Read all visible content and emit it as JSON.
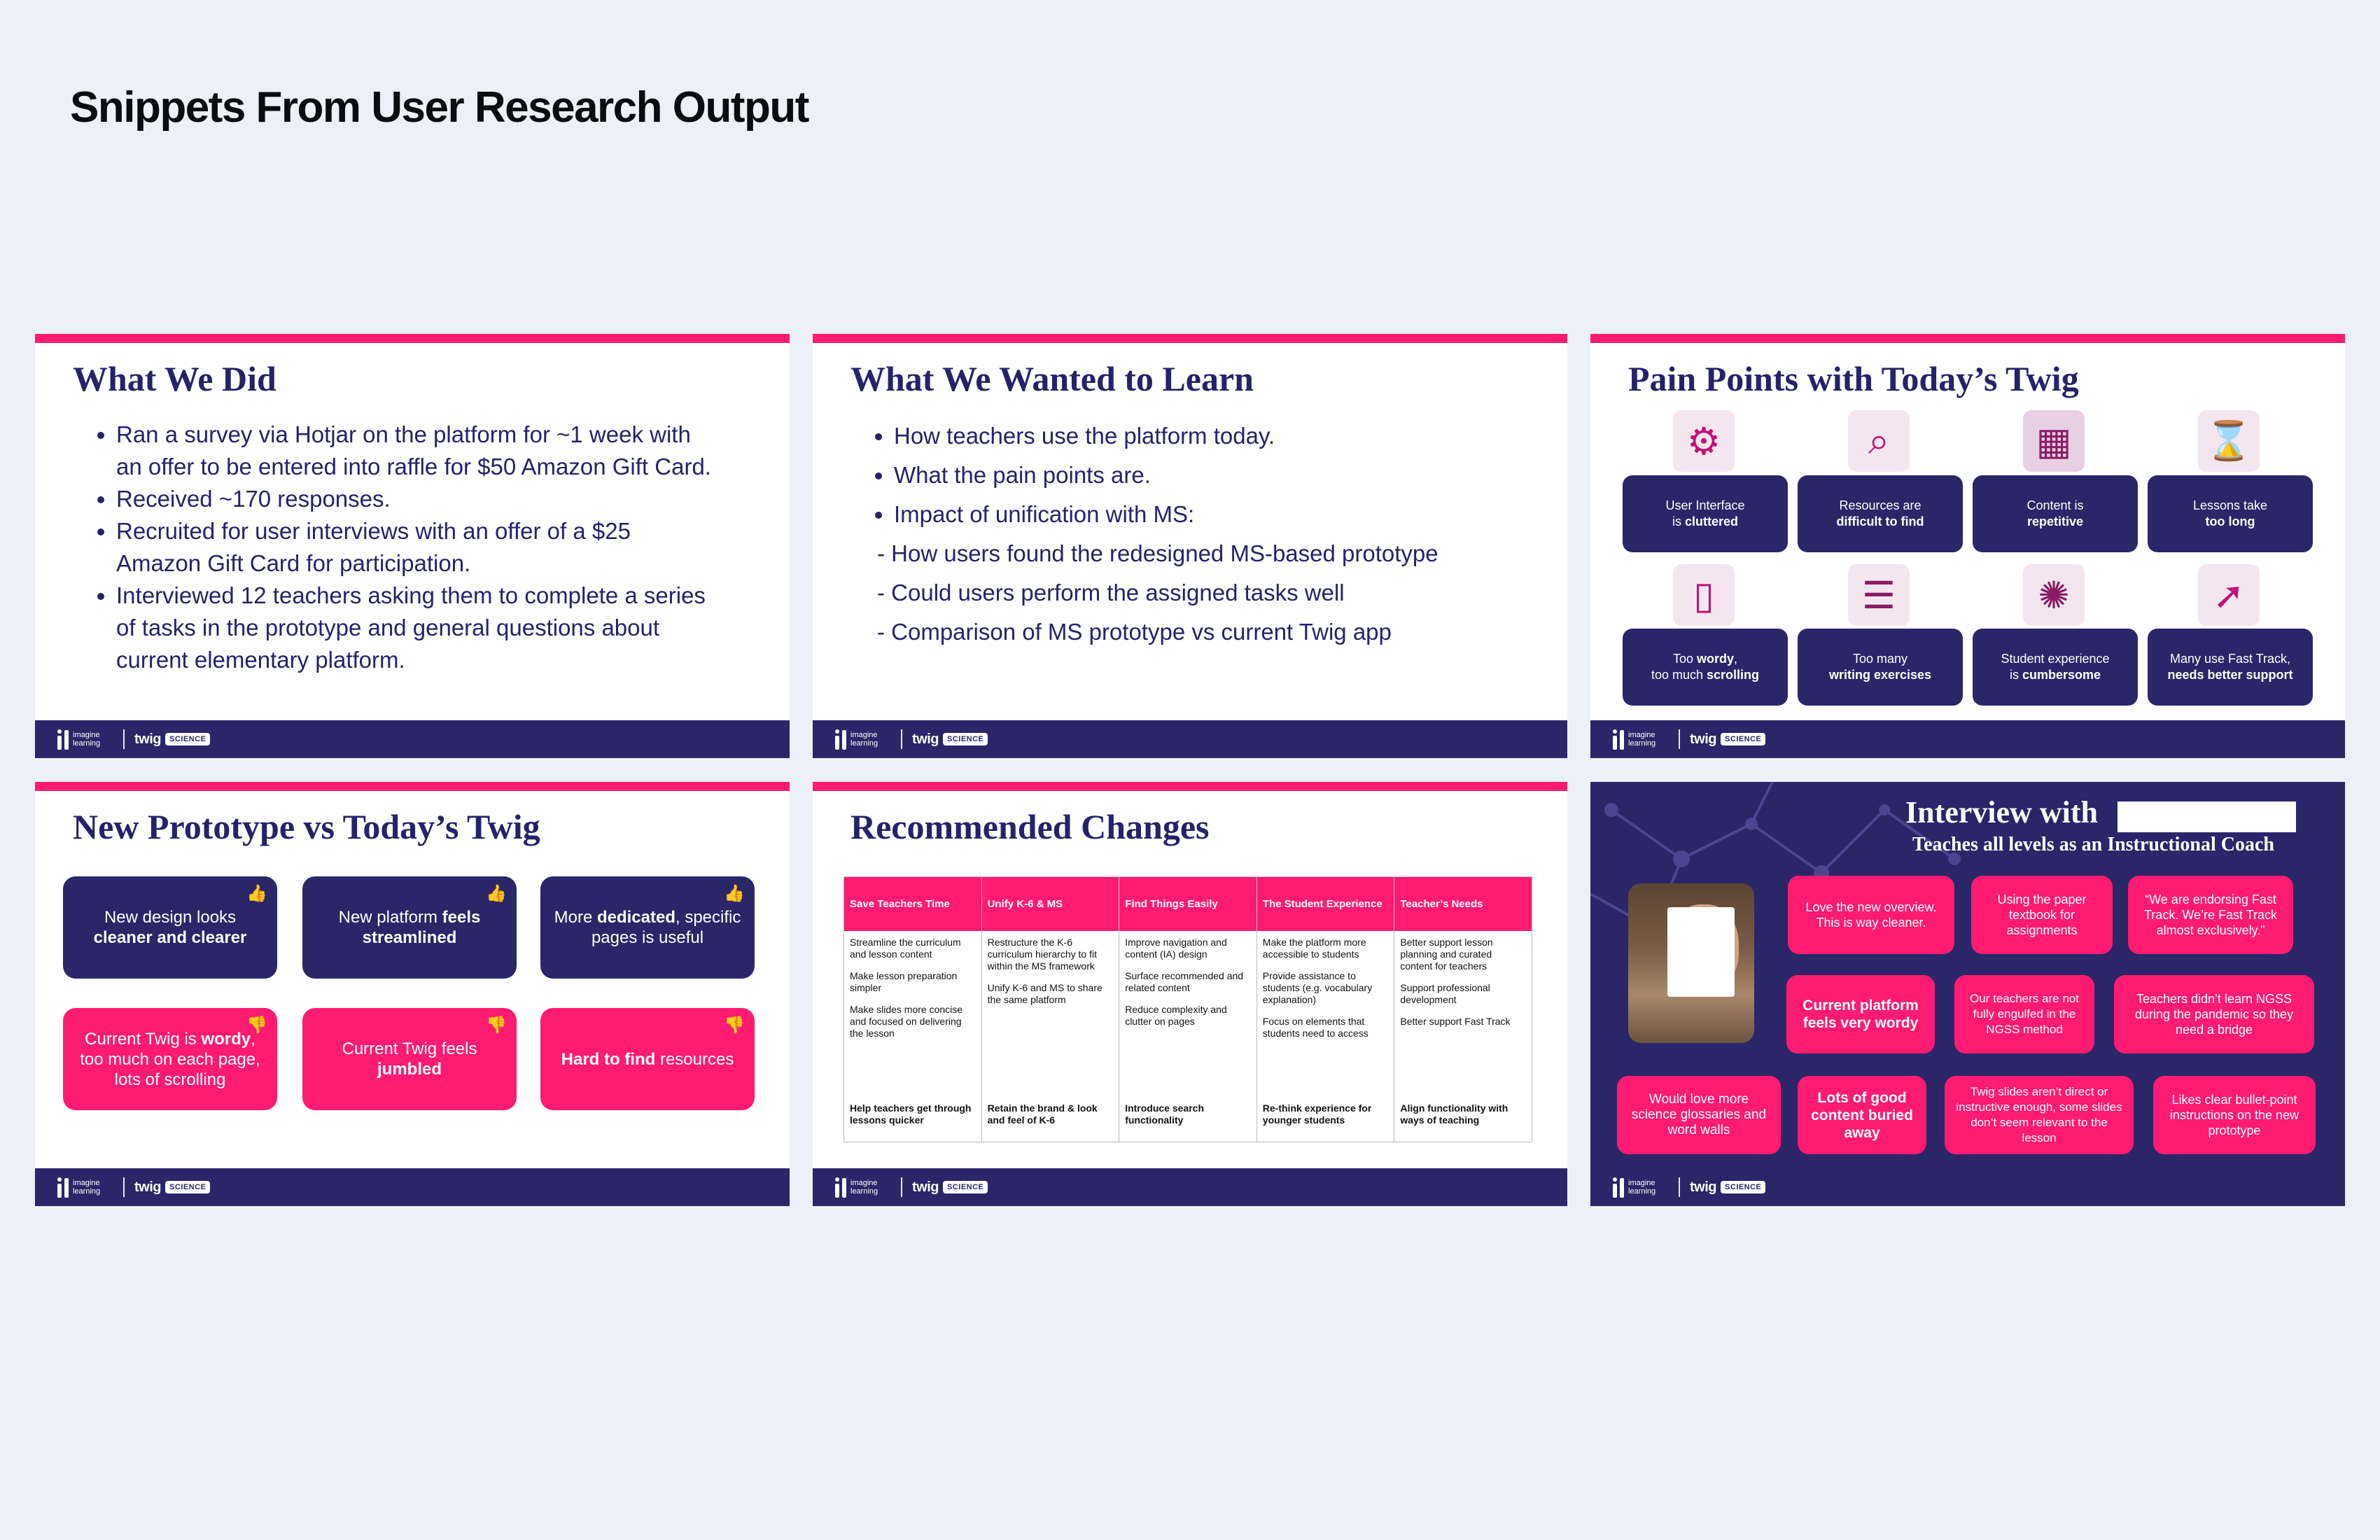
{
  "page_title": "Snippets From User Research Output",
  "footer": {
    "brand_line1": "imagine",
    "brand_line2": "learning",
    "product": "twig",
    "product_tag": "SCIENCE"
  },
  "slide1": {
    "title": "What We Did",
    "bullets": [
      "Ran a survey via Hotjar on the platform for ~1 week with an offer to be entered into raffle for $50 Amazon Gift Card.",
      "Received ~170 responses.",
      "Recruited for user interviews with an offer of a $25 Amazon Gift Card for participation.",
      "Interviewed 12 teachers asking them to complete a series of tasks in the prototype and general questions about current elementary platform."
    ]
  },
  "slide2": {
    "title": "What We Wanted to Learn",
    "bullets": [
      "How teachers use the platform today.",
      "What the pain points are.",
      "Impact of unification with MS:"
    ],
    "subs": [
      "- How users found the redesigned MS-based prototype",
      "- Could users perform the assigned tasks well",
      "- Comparison of MS prototype vs current Twig app"
    ]
  },
  "slide3": {
    "title": "Pain Points with Today’s Twig",
    "cards": [
      {
        "icon": "gear-cluster-icon",
        "glyph": "⚙",
        "l1": "User Interface",
        "l2a": "is ",
        "l2b": "cluttered",
        "bold_first": false
      },
      {
        "icon": "magnifier-icon",
        "glyph": "🔍",
        "l1": "Resources are",
        "l2a": "",
        "l2b": "difficult to find",
        "bold_first": false
      },
      {
        "icon": "repeat-pattern-icon",
        "glyph": "▦",
        "l1": "Content is",
        "l2a": "",
        "l2b": "repetitive",
        "bold_first": false
      },
      {
        "icon": "hourglass-icon",
        "glyph": "⌛",
        "l1": "Lessons take",
        "l2a": "",
        "l2b": "too long",
        "bold_first": false
      },
      {
        "icon": "scroll-icon",
        "glyph": "📜",
        "l1a": "Too ",
        "l1b": "wordy",
        "l1c": ",",
        "l2a": "too much ",
        "l2b": "scrolling",
        "bold_first": true
      },
      {
        "icon": "stacked-papers-icon",
        "glyph": "📚",
        "l1": "Too many",
        "l2a": "",
        "l2b": "writing exercises",
        "bold_first": false
      },
      {
        "icon": "maze-icon",
        "glyph": "🧩",
        "l1": "Student experience",
        "l2a": "is ",
        "l2b": "cumbersome",
        "bold_first": false
      },
      {
        "icon": "fast-arrows-icon",
        "glyph": "➚",
        "l1": "Many use Fast Track,",
        "l2a": "",
        "l2b": "needs better support",
        "bold_first": false
      }
    ]
  },
  "slide4": {
    "title": "New Prototype vs Today’s Twig",
    "cards": [
      {
        "a": "New design looks ",
        "b": "cleaner and clearer",
        "c": "",
        "thumb": "👍",
        "color": "navy"
      },
      {
        "a": "New platform ",
        "b": "feels streamlined",
        "c": "",
        "thumb": "👍",
        "color": "navy"
      },
      {
        "a": "More ",
        "b": "dedicated",
        "c": ", specific pages is useful",
        "thumb": "👍",
        "color": "navy"
      },
      {
        "a": "Current Twig is ",
        "b": "wordy",
        "c": ", too much on each page, lots of scrolling",
        "thumb": "👎",
        "color": "pink"
      },
      {
        "a": "Current Twig feels ",
        "b": "jumbled",
        "c": "",
        "thumb": "👎",
        "color": "pink"
      },
      {
        "a": "",
        "b": "Hard to find",
        "c": " resources",
        "thumb": "👎",
        "color": "pink"
      }
    ]
  },
  "slide5": {
    "title": "Recommended Changes",
    "columns": [
      {
        "head": "Save Teachers Time",
        "items": [
          "Streamline the curriculum and lesson content",
          "Make lesson preparation simpler",
          "Make slides more concise and focused on delivering the lesson"
        ],
        "foot": "Help teachers get through lessons quicker"
      },
      {
        "head": "Unify K-6 & MS",
        "items": [
          "Restructure the K-6 curriculum hierarchy to fit within the MS framework",
          "Unify K-6 and MS to share the same platform"
        ],
        "foot": "Retain the brand & look and feel of K-6"
      },
      {
        "head": "Find Things Easily",
        "items": [
          "Improve navigation and content (IA) design",
          "Surface recommended and related content",
          "Reduce complexity and clutter on pages"
        ],
        "foot": "Introduce search functionality"
      },
      {
        "head": "The Student Experience",
        "items": [
          "Make the platform more accessible to students",
          "Provide assistance to students (e.g. vocabulary explanation)",
          "Focus on elements that students need to access"
        ],
        "foot": "Re-think experience for younger students"
      },
      {
        "head": "Teacher’s Needs",
        "items": [
          "Better support lesson planning and curated content for teachers",
          "Support professional development",
          "Better support Fast Track"
        ],
        "foot": "Align functionality with ways of teaching"
      }
    ]
  },
  "slide6": {
    "title": "Interview with",
    "subtitle": "Teaches all levels as an Instructional Coach",
    "quotes": [
      "Love the new overview. This is way cleaner.",
      "Using the paper textbook for assignments",
      "“We are endorsing Fast Track. We’re Fast Track almost exclusively.”",
      "Current platform feels very wordy",
      "Our teachers are not fully engulfed in the NGSS method",
      "Teachers didn’t learn NGSS during the pandemic so they need a bridge",
      "Would love more science glossaries and word walls",
      "Lots of good content buried away",
      "Twig slides aren’t direct or instructive enough, some slides don’t seem relevant to the lesson",
      "Likes clear bullet-point instructions on the new prototype"
    ]
  }
}
